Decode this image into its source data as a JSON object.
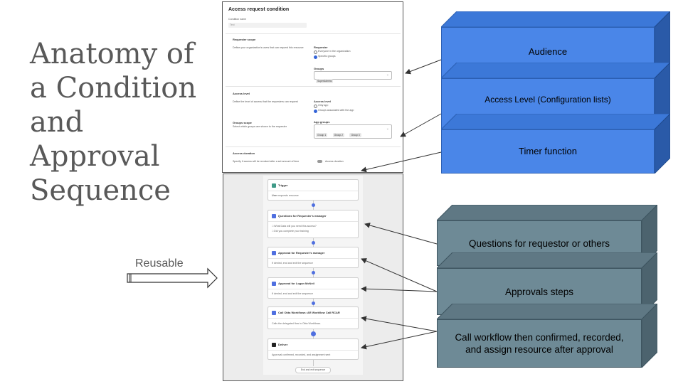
{
  "title": [
    "Anatomy of",
    "a Condition",
    "and",
    "Approval",
    "Sequence"
  ],
  "reusable_label": "Reusable",
  "callouts": {
    "audience": "Audience",
    "access_level": "Access Level (Configuration lists)",
    "timer": "Timer function",
    "questions": "Questions for requestor or others",
    "approvals": "Approvals steps",
    "call_workflow": "Call workflow then confirmed, recorded, and assign resource after approval"
  },
  "condition_form": {
    "title": "Access request condition",
    "condition_name_label": "Condition name",
    "condition_name_value": "Test",
    "requester_scope": {
      "heading": "Requester scope",
      "description": "Define your organization's users that can request this resource",
      "requester_label": "Requester",
      "option_everyone": "Everyone in the organization",
      "option_specific": "Specific groups",
      "groups_label": "Groups",
      "groups_chip": "SuperAdmins"
    },
    "access_level": {
      "heading": "Access level",
      "description": "Define the level of access that the requesters can request",
      "level_label": "Access level",
      "option_app": "Only app",
      "option_groups": "Groups associated with the app",
      "group_scope_title": "Groups scope",
      "group_scope_desc": "Select which groups are shown to the requester",
      "app_groups_label": "App groups",
      "chips": [
        "Group 1",
        "Group 2",
        "Group 3"
      ]
    },
    "access_duration": {
      "heading": "Access duration",
      "description": "Specify if access will be revoked after a set amount of time",
      "toggle_label": "Access duration"
    }
  },
  "sequence": {
    "trigger": {
      "title": "Trigger",
      "text_bold": "User",
      "text": "requests resource"
    },
    "questions": {
      "title": "Questions for Requester's manager",
      "q1": "What Data will you need this access?",
      "q2": "Did you complete your training"
    },
    "approval1": {
      "title": "Approval for Requester's manager",
      "text": "If denied, end and exit the sequence"
    },
    "approval2": {
      "title": "Approval for Logan McNeil",
      "text": "If denied, end and exit the sequence"
    },
    "workflow": {
      "title": "Call Okta Workflows: AR Workflow Call RCAR",
      "text": "Calls the delegated flow in Okta Workflows."
    },
    "deliver": {
      "title": "Deliver",
      "text": "Approval confirmed, recorded, and assignment sent"
    },
    "end_button": "End and exit sequence"
  },
  "colors": {
    "title_gray": "#595959",
    "callout_blue": "#4a86e8",
    "callout_blue_top": "#3c78d8",
    "callout_blue_side": "#2a5aa8",
    "callout_gray": "#6e8a96",
    "callout_gray_top": "#5f7884",
    "callout_gray_side": "#4c636e",
    "okta_blue": "#4f6fe0"
  }
}
